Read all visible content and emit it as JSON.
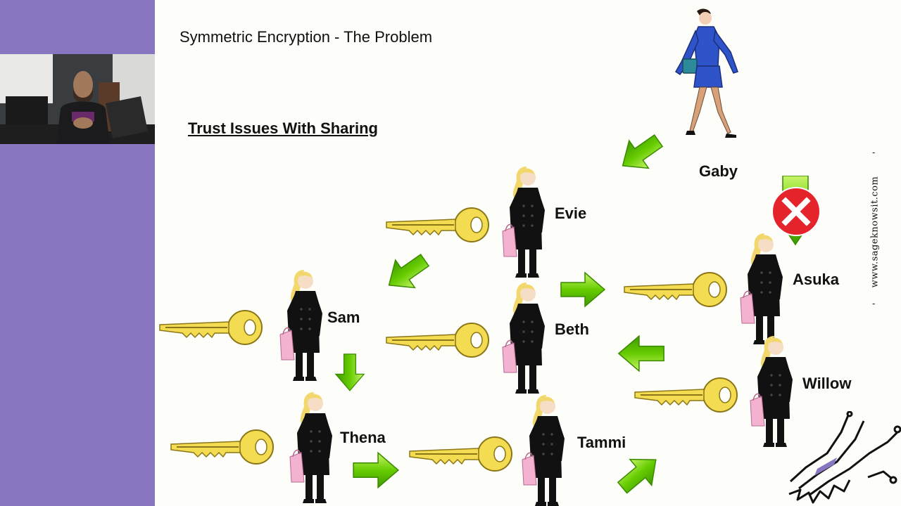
{
  "slide": {
    "title": "Symmetric Encryption - The Problem",
    "subtitle": "Trust Issues With Sharing",
    "watermark": "www.sageknowsit.com"
  },
  "people": [
    {
      "id": "gaby",
      "name": "Gaby",
      "figure": "businesswoman-walking-icon"
    },
    {
      "id": "evie",
      "name": "Evie",
      "figure": "woman-coat-shopping-icon"
    },
    {
      "id": "sam",
      "name": "Sam",
      "figure": "woman-coat-shopping-icon"
    },
    {
      "id": "beth",
      "name": "Beth",
      "figure": "woman-coat-shopping-icon"
    },
    {
      "id": "asuka",
      "name": "Asuka",
      "figure": "woman-coat-shopping-icon"
    },
    {
      "id": "willow",
      "name": "Willow",
      "figure": "woman-coat-shopping-icon"
    },
    {
      "id": "thena",
      "name": "Thena",
      "figure": "woman-coat-shopping-icon"
    },
    {
      "id": "tammi",
      "name": "Tammi",
      "figure": "woman-coat-shopping-icon"
    }
  ],
  "icons": {
    "key": "golden-key-icon",
    "arrow": "green-arrow-icon",
    "blocked": "red-x-circle-icon",
    "logo": "circuit-logo-icon",
    "presenter": "webcam-presenter-icon"
  },
  "colors": {
    "sidebar": "#8877c0",
    "background": "#fdfdf9",
    "arrow_green": "#6ed400",
    "key_gold": "#f4dc52",
    "blocked_red": "#e5232a"
  }
}
